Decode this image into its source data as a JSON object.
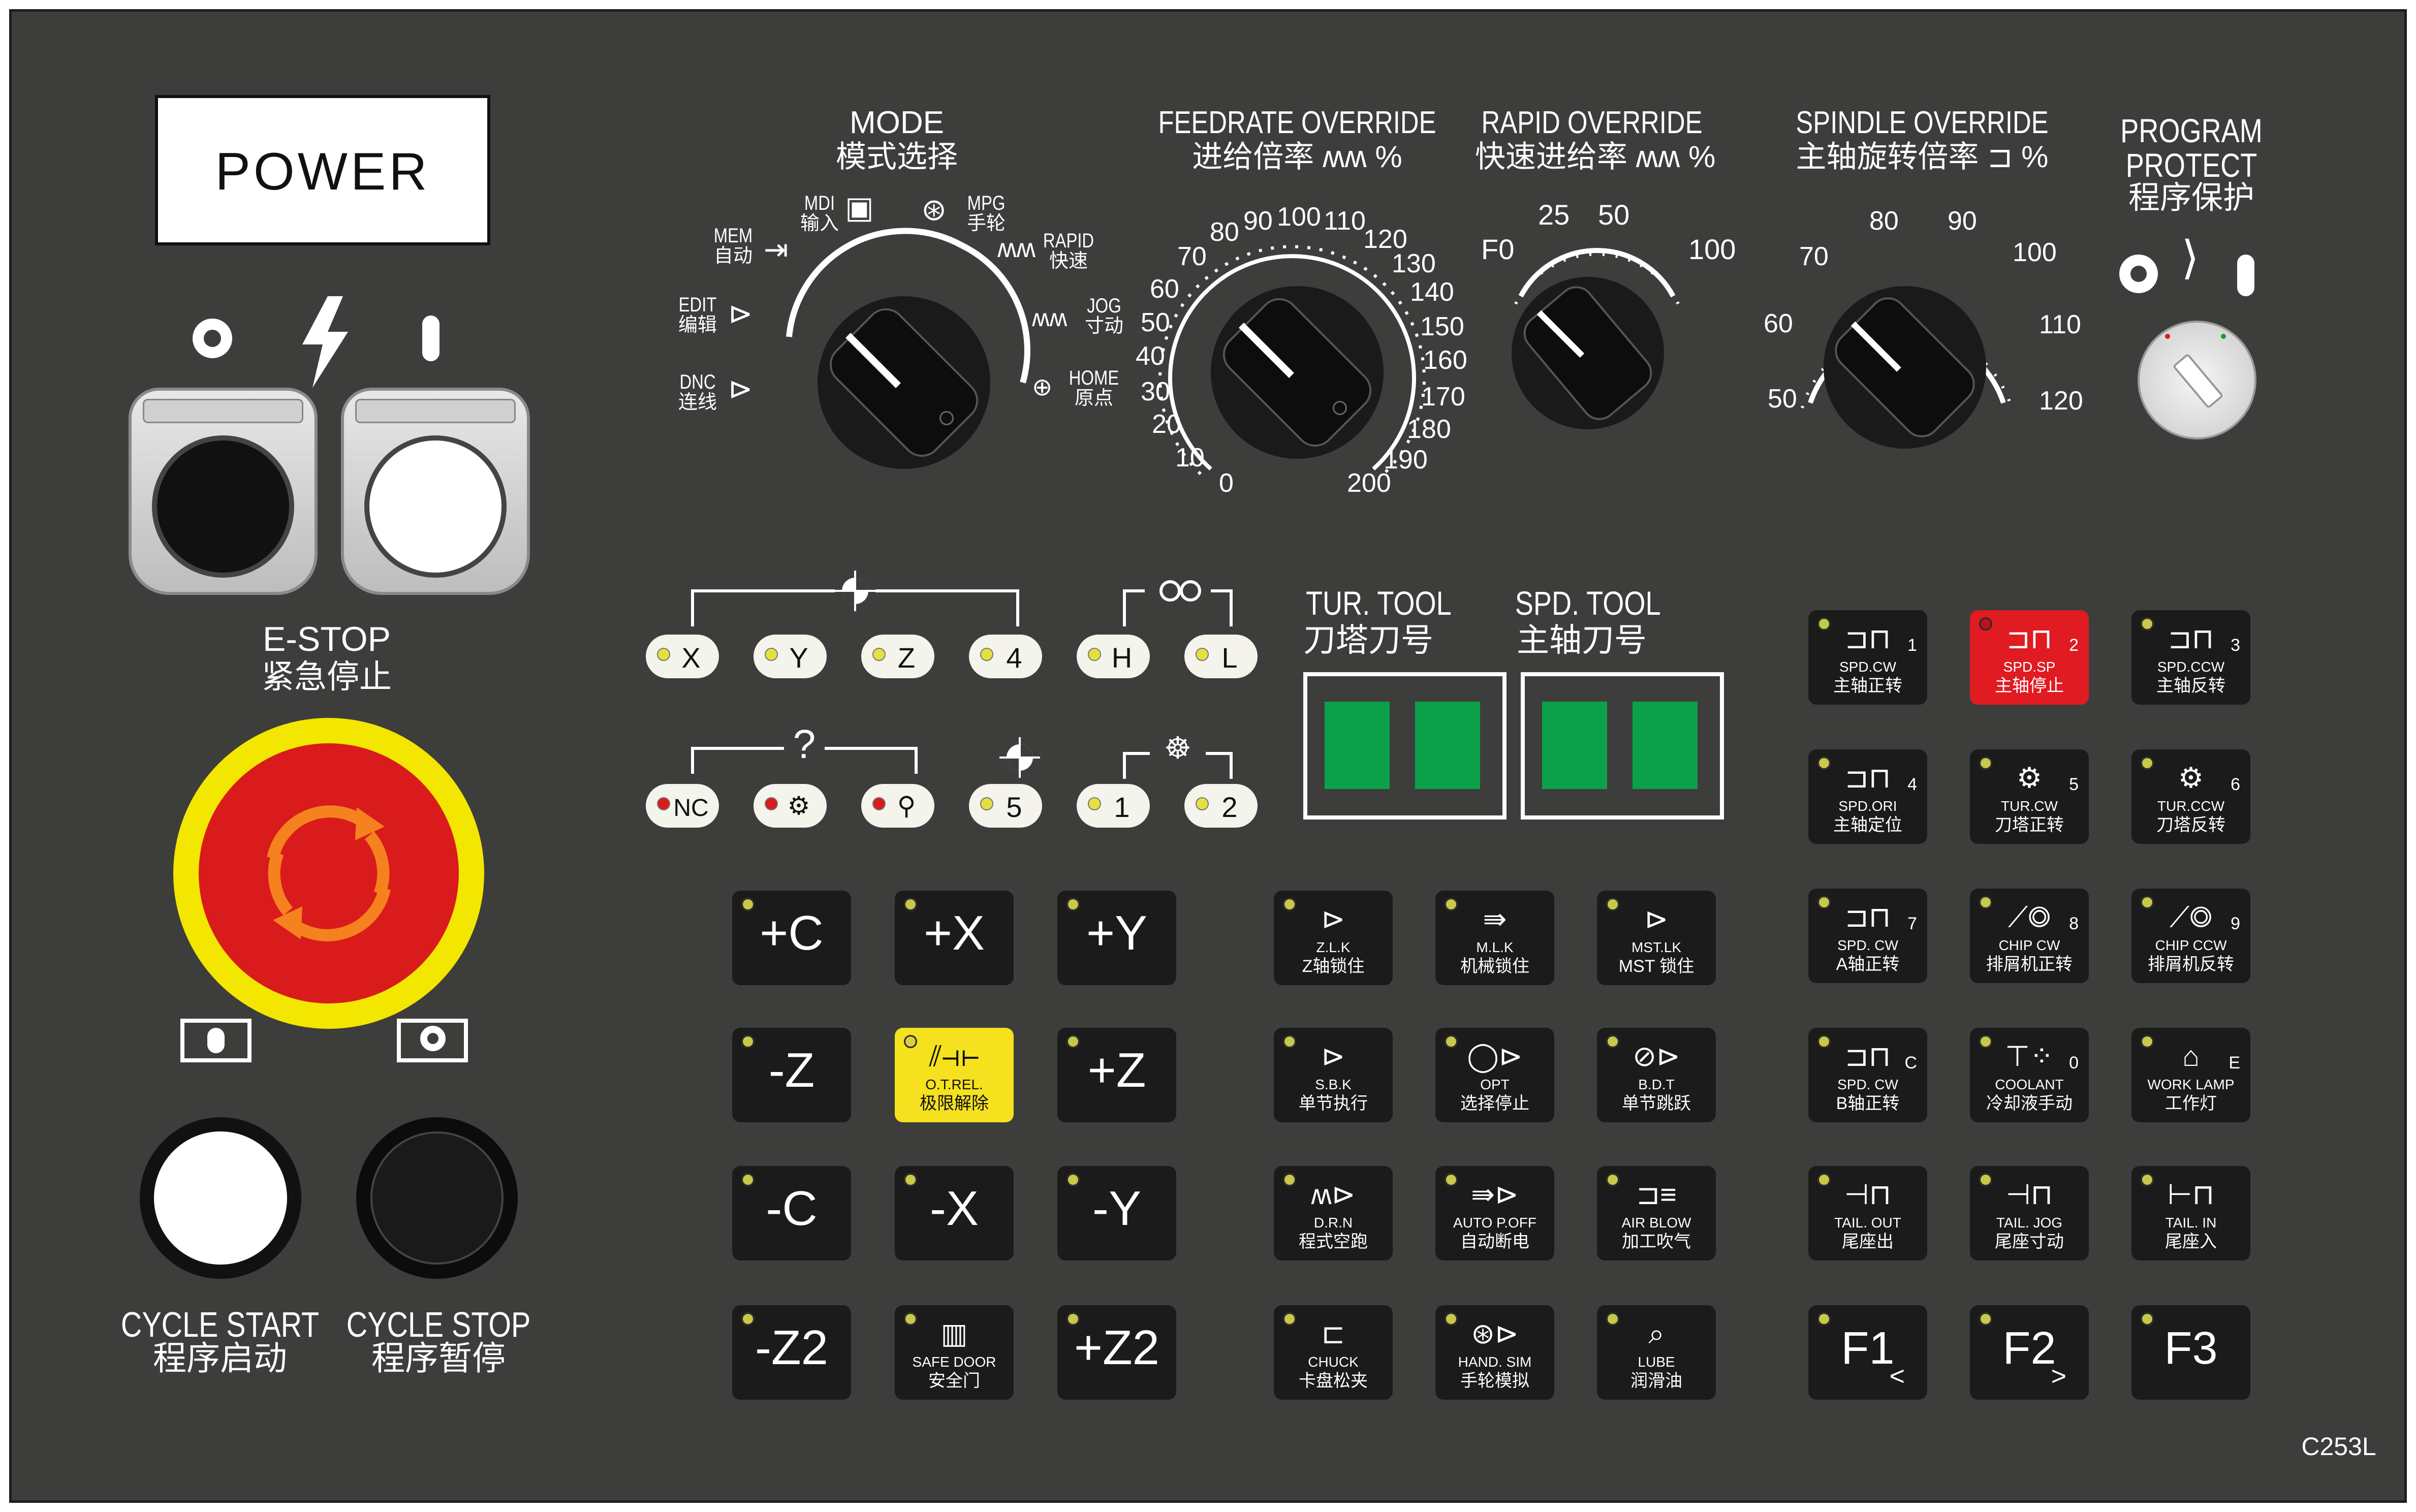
{
  "power": {
    "label": "POWER"
  },
  "estop": {
    "en": "E-STOP",
    "cn": "紧急停止"
  },
  "cycle": {
    "start_en": "CYCLE START",
    "start_cn": "程序启动",
    "stop_en": "CYCLE STOP",
    "stop_cn": "程序暂停"
  },
  "mode": {
    "title_en": "MODE",
    "title_cn": "模式选择",
    "positions": {
      "mem_en": "MEM",
      "mem_cn": "自动",
      "mdi_en": "MDI",
      "mdi_cn": "输入",
      "mpg_en": "MPG",
      "mpg_cn": "手轮",
      "rapid_en": "RAPID",
      "rapid_cn": "快速",
      "jog_en": "JOG",
      "jog_cn": "寸动",
      "home_en": "HOME",
      "home_cn": "原点",
      "edit_en": "EDIT",
      "edit_cn": "编辑",
      "dnc_en": "DNC",
      "dnc_cn": "连线"
    }
  },
  "feedrate": {
    "title_en": "FEEDRATE OVERRIDE",
    "title_cn": "进给倍率",
    "unit": "%",
    "ticks": [
      "0",
      "10",
      "20",
      "30",
      "40",
      "50",
      "60",
      "70",
      "80",
      "90",
      "100",
      "110",
      "120",
      "130",
      "140",
      "150",
      "160",
      "170",
      "180",
      "190",
      "200"
    ]
  },
  "rapid": {
    "title_en": "RAPID OVERRIDE",
    "title_cn": "快速进给率",
    "unit": "%",
    "ticks": [
      "F0",
      "25",
      "50",
      "100"
    ]
  },
  "spindle": {
    "title_en": "SPINDLE OVERRIDE",
    "title_cn": "主轴旋转倍率",
    "unit": "%",
    "ticks": [
      "50",
      "60",
      "70",
      "80",
      "90",
      "100",
      "110",
      "120"
    ]
  },
  "program_protect": {
    "line1": "PROGRAM",
    "line2": "PROTECT",
    "cn": "程序保护"
  },
  "axis_select": {
    "row1": [
      "X",
      "Y",
      "Z",
      "4",
      "H",
      "L"
    ],
    "row2": [
      "NC",
      "",
      "",
      "5",
      "1",
      "2"
    ],
    "question_mark": "?"
  },
  "tool_display": {
    "tur_en": "TUR. TOOL",
    "tur_cn": "刀塔刀号",
    "spd_en": "SPD. TOOL",
    "spd_cn": "主轴刀号"
  },
  "jog_keys": {
    "pc": "+C",
    "px": "+X",
    "py": "+Y",
    "mz": "-Z",
    "otrel_en": "O.T.REL.",
    "otrel_cn": "极限解除",
    "pz": "+Z",
    "mc": "-C",
    "mx": "-X",
    "my": "-Y",
    "mz2": "-Z2",
    "safedoor_en": "SAFE DOOR",
    "safedoor_cn": "安全门",
    "pz2": "+Z2"
  },
  "func_keys": {
    "zlk_en": "Z.L.K",
    "zlk_cn": "Z轴锁住",
    "mlk_en": "M.L.K",
    "mlk_cn": "机械锁住",
    "mstlk_en": "MST.LK",
    "mstlk_cn": "MST 锁住",
    "sbk_en": "S.B.K",
    "sbk_cn": "单节执行",
    "opt_en": "OPT",
    "opt_cn": "选择停止",
    "bdt_en": "B.D.T",
    "bdt_cn": "单节跳跃",
    "drn_en": "D.R.N",
    "drn_cn": "程式空跑",
    "autopoff_en": "AUTO P.OFF",
    "autopoff_cn": "自动断电",
    "airblow_en": "AIR BLOW",
    "airblow_cn": "加工吹气",
    "chuck_en": "CHUCK",
    "chuck_cn": "卡盘松夹",
    "handsim_en": "HAND. SIM",
    "handsim_cn": "手轮模拟",
    "lube_en": "LUBE",
    "lube_cn": "润滑油"
  },
  "spindle_keys": {
    "k1_en": "SPD.CW",
    "k1_cn": "主轴正转",
    "k1_num": "1",
    "k2_en": "SPD.SP",
    "k2_cn": "主轴停止",
    "k2_num": "2",
    "k3_en": "SPD.CCW",
    "k3_cn": "主轴反转",
    "k3_num": "3",
    "k4_en": "SPD.ORI",
    "k4_cn": "主轴定位",
    "k4_num": "4",
    "k5_en": "TUR.CW",
    "k5_cn": "刀塔正转",
    "k5_num": "5",
    "k6_en": "TUR.CCW",
    "k6_cn": "刀塔反转",
    "k6_num": "6",
    "k7_en": "SPD. CW",
    "k7_cn": "A轴正转",
    "k7_num": "7",
    "k8_en": "CHIP CW",
    "k8_cn": "排屑机正转",
    "k8_num": "8",
    "k9_en": "CHIP CCW",
    "k9_cn": "排屑机反转",
    "k9_num": "9",
    "kc_en": "SPD. CW",
    "kc_cn": "B轴正转",
    "kc_num": "C",
    "k0_en": "COOLANT",
    "k0_cn": "冷却液手动",
    "k0_num": "0",
    "ke_en": "WORK LAMP",
    "ke_cn": "工作灯",
    "ke_num": "E",
    "tailout_en": "TAIL. OUT",
    "tailout_cn": "尾座出",
    "tailjog_en": "TAIL. JOG",
    "tailjog_cn": "尾座寸动",
    "tailin_en": "TAIL. IN",
    "tailin_cn": "尾座入",
    "f1": "F1",
    "f1_sub": "<",
    "f2": "F2",
    "f2_sub": ">",
    "f3": "F3"
  },
  "model": "C253L",
  "colors": {
    "panel": "#3d3d3b",
    "key": "#1b1b1b",
    "led": "#c8c84a",
    "spd_stop": "#e01b22",
    "otrel": "#f5e11e",
    "lcd": "#0aa14a",
    "estop_red": "#d91b1b",
    "estop_yellow": "#f3e600"
  }
}
